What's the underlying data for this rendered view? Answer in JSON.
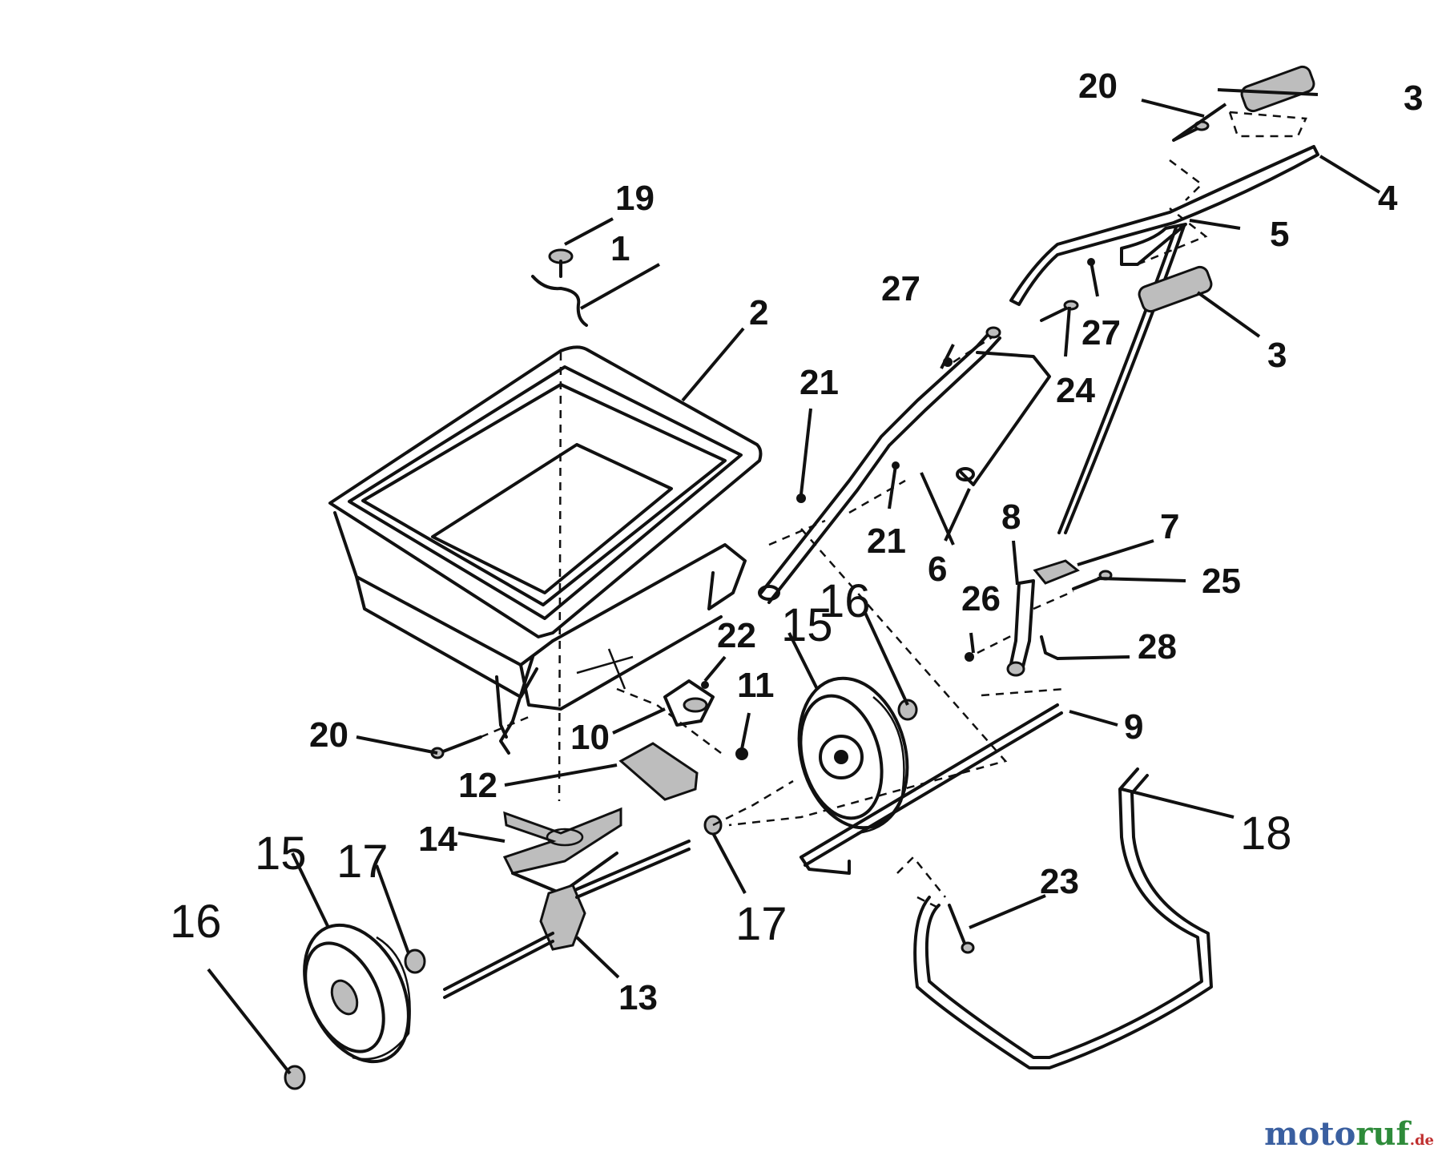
{
  "labels": [
    {
      "id": "1",
      "text": "1",
      "style": "bold"
    },
    {
      "id": "2",
      "text": "2",
      "style": "bold"
    },
    {
      "id": "3a",
      "text": "3",
      "style": "bold"
    },
    {
      "id": "3b",
      "text": "3",
      "style": "bold"
    },
    {
      "id": "4",
      "text": "4",
      "style": "bold"
    },
    {
      "id": "5",
      "text": "5",
      "style": "bold"
    },
    {
      "id": "6",
      "text": "6",
      "style": "bold"
    },
    {
      "id": "7",
      "text": "7",
      "style": "bold"
    },
    {
      "id": "8",
      "text": "8",
      "style": "bold"
    },
    {
      "id": "9",
      "text": "9",
      "style": "bold"
    },
    {
      "id": "10",
      "text": "10",
      "style": "bold"
    },
    {
      "id": "11",
      "text": "11",
      "style": "bold"
    },
    {
      "id": "12",
      "text": "12",
      "style": "bold"
    },
    {
      "id": "13",
      "text": "13",
      "style": "bold"
    },
    {
      "id": "14",
      "text": "14",
      "style": "bold"
    },
    {
      "id": "15a",
      "text": "15",
      "style": "hand"
    },
    {
      "id": "15b",
      "text": "15",
      "style": "hand"
    },
    {
      "id": "16a",
      "text": "16",
      "style": "hand"
    },
    {
      "id": "16b",
      "text": "16",
      "style": "hand"
    },
    {
      "id": "17a",
      "text": "17",
      "style": "hand"
    },
    {
      "id": "17b",
      "text": "17",
      "style": "hand"
    },
    {
      "id": "18",
      "text": "18",
      "style": "hand"
    },
    {
      "id": "19",
      "text": "19",
      "style": "bold"
    },
    {
      "id": "20a",
      "text": "20",
      "style": "bold"
    },
    {
      "id": "20b",
      "text": "20",
      "style": "bold"
    },
    {
      "id": "21a",
      "text": "21",
      "style": "bold"
    },
    {
      "id": "21b",
      "text": "21",
      "style": "bold"
    },
    {
      "id": "22",
      "text": "22",
      "style": "bold"
    },
    {
      "id": "23",
      "text": "23",
      "style": "bold"
    },
    {
      "id": "24",
      "text": "24",
      "style": "bold"
    },
    {
      "id": "25",
      "text": "25",
      "style": "bold"
    },
    {
      "id": "26",
      "text": "26",
      "style": "bold"
    },
    {
      "id": "27a",
      "text": "27",
      "style": "bold"
    },
    {
      "id": "27b",
      "text": "27",
      "style": "bold"
    },
    {
      "id": "28",
      "text": "28",
      "style": "bold"
    }
  ],
  "watermark": {
    "a": "moto",
    "b": "ruf",
    "c": ".de"
  }
}
